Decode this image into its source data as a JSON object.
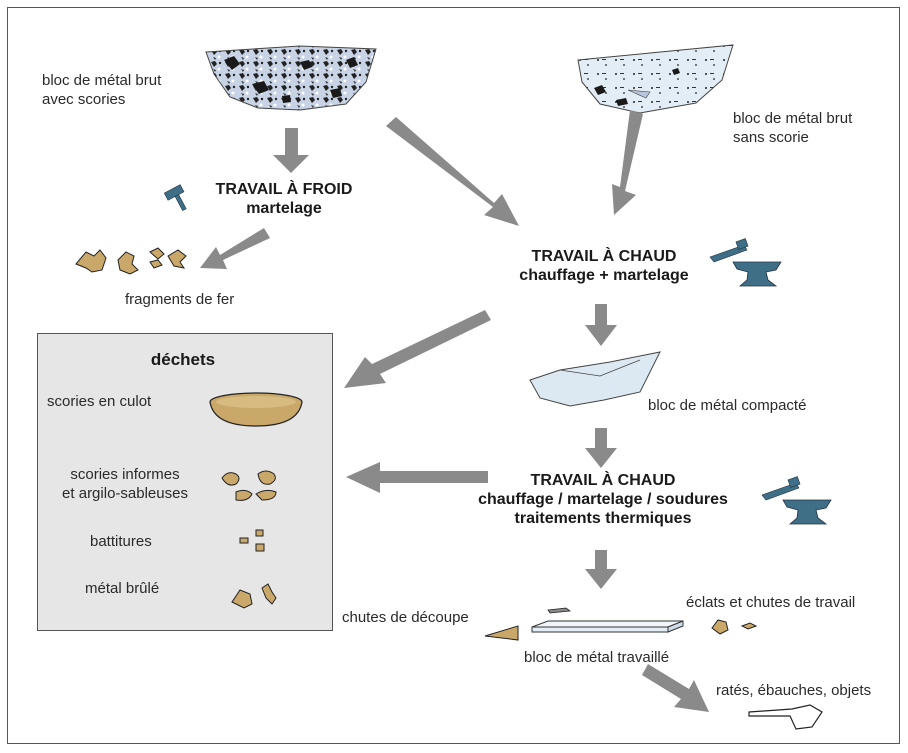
{
  "raw_block_slag": {
    "line1": "bloc de métal brut",
    "line2": "avec scories"
  },
  "raw_block_clean": {
    "line1": "bloc de métal brut",
    "line2": "sans scorie"
  },
  "cold_work": {
    "title": "TRAVAIL À FROID",
    "subtitle": "martelage"
  },
  "iron_fragments": "fragments de fer",
  "hot_work_1": {
    "title": "TRAVAIL À CHAUD",
    "subtitle": "chauffage + martelage"
  },
  "compacted_block": "bloc de métal compacté",
  "hot_work_2": {
    "title": "TRAVAIL À CHAUD",
    "subtitle": "chauffage / martelage / soudures",
    "subtitle2": "traitements thermiques"
  },
  "cutting_scraps": "chutes de découpe",
  "chips": "éclats et chutes de travail",
  "worked_block": "bloc de métal travaillé",
  "products": "ratés, ébauches, objets",
  "waste": {
    "title": "déchets",
    "items": [
      {
        "label": "scories en culot"
      },
      {
        "label": "scories informes",
        "label2": "et argilo-sableuses"
      },
      {
        "label": "battitures"
      },
      {
        "label": "métal brûlé"
      }
    ]
  },
  "colors": {
    "arrow": "#8a8a8a",
    "slag": "#c9a86a",
    "metal": "#dde9f2",
    "tool": "#3f6f86",
    "panel": "#e6e6e6"
  }
}
